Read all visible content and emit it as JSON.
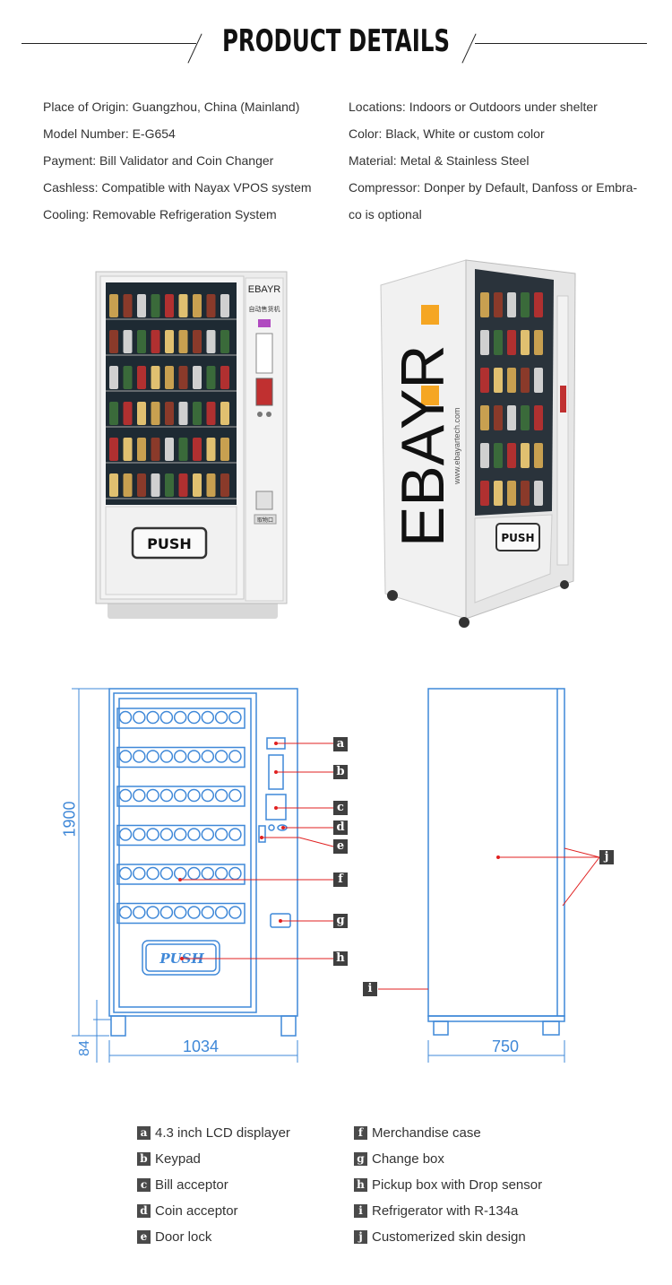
{
  "header": {
    "title": "PRODUCT DETAILS"
  },
  "specs": {
    "left": [
      "Place of Origin: Guangzhou, China (Mainland)",
      "Model Number: E-G654",
      "Payment: Bill Validator and Coin Changer",
      "Cashless: Compatible with Nayax VPOS system",
      "Cooling: Removable Refrigeration System"
    ],
    "right": [
      "Locations: Indoors or Outdoors under shelter",
      "Color: Black, White or custom color",
      "Material: Metal & Stainless Steel",
      "Compressor: Donper by Default, Danfoss or Embra-",
      "co is optional"
    ]
  },
  "photos": {
    "brand": "EBAYR",
    "push_label": "PUSH",
    "front_panel_label": "自动售货机",
    "pickup_label": "取物口",
    "website": "www.ebayartech.com"
  },
  "diagram": {
    "height_dim": "1900",
    "foot_dim": "84",
    "front_width_dim": "1034",
    "side_width_dim": "750",
    "push_label": "PUSH",
    "markers": [
      "a",
      "b",
      "c",
      "d",
      "e",
      "f",
      "g",
      "h",
      "i",
      "j"
    ]
  },
  "legend": {
    "left": [
      {
        "key": "a",
        "text": "4.3 inch LCD displayer"
      },
      {
        "key": "b",
        "text": "Keypad"
      },
      {
        "key": "c",
        "text": "Bill acceptor"
      },
      {
        "key": "d",
        "text": "Coin acceptor"
      },
      {
        "key": "e",
        "text": "Door lock"
      }
    ],
    "right": [
      {
        "key": "f",
        "text": "Merchandise case"
      },
      {
        "key": "g",
        "text": "Change box"
      },
      {
        "key": "h",
        "text": "Pickup box with Drop sensor"
      },
      {
        "key": "i",
        "text": "Refrigerator with R-134a"
      },
      {
        "key": "j",
        "text": "Customerized skin design"
      }
    ]
  },
  "colors": {
    "drawing": "#3f88d8",
    "leader": "#e02020",
    "badge": "#4a4a4a",
    "brand_accent": "#f5a623"
  }
}
